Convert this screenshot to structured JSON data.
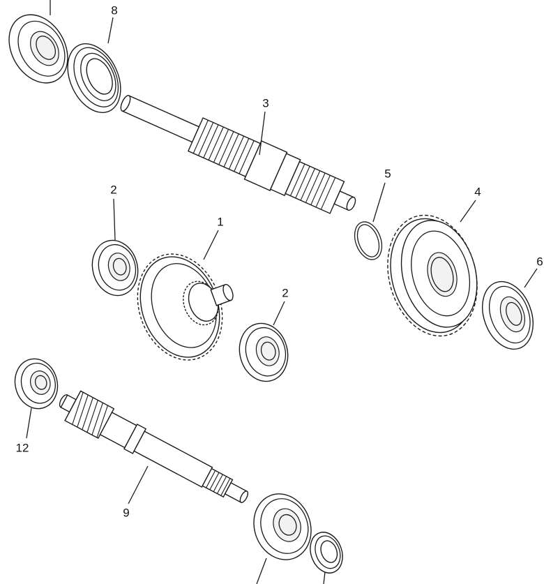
{
  "callouts": {
    "c8": "8",
    "c3": "3",
    "c5": "5",
    "c4": "4",
    "c2a": "2",
    "c1": "1",
    "c2b": "2",
    "c6": "6",
    "c12": "12",
    "c9": "9"
  },
  "colors": {
    "line": "#1a1a1a",
    "background": "#ffffff"
  }
}
